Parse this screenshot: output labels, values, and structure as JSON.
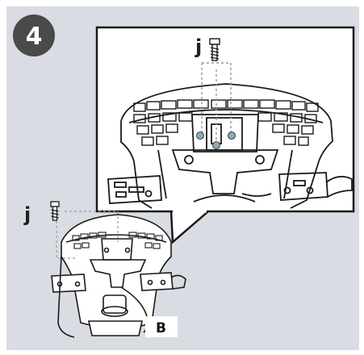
{
  "step": {
    "number": "4"
  },
  "callouts": {
    "screw_label_zoom": "j",
    "screw_label_main": "j",
    "part_label": "B"
  },
  "colors": {
    "panel_background": "#d9dde3",
    "line": "#1a1a1a",
    "step_badge": "#4a4a4a",
    "dotted_guide": "#8a9aa6",
    "screw_hole": "#8fa6b6",
    "label_box": "#ffffff"
  },
  "icons": [
    "screw-icon",
    "screw-icon"
  ]
}
